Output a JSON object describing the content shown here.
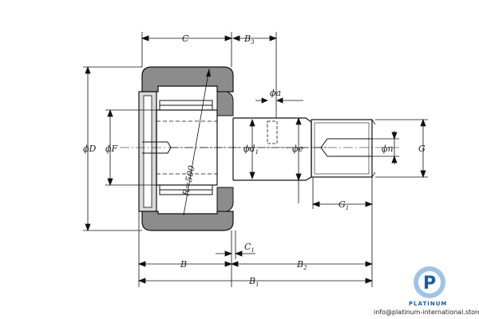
{
  "labels": {
    "C": "C",
    "B3": "B",
    "B3_sub": "3",
    "phi_a": "ϕa",
    "phi_D": "ϕD",
    "phi_F": "ϕF",
    "phi_d1": "ϕd",
    "phi_d1_sub": "1",
    "phi_e": "ϕe",
    "phi_n": "ϕn",
    "G": "G",
    "G1": "G",
    "G1_sub": "1",
    "radius": "R=500",
    "C1": "C",
    "C1_sub": "1",
    "B": "B",
    "B2": "B",
    "B2_sub": "2",
    "B1": "B",
    "B1_sub": "1"
  },
  "brand": {
    "logo_letter": "P",
    "name": "PLATINUM",
    "email": "info@platinum-international.store"
  },
  "colors": {
    "line": "#111111",
    "fill_gray": "#8c8c8c",
    "fill_light": "#d9d9d9",
    "brand_blue": "#1a5aa6",
    "brand_light": "#9fc3e6"
  }
}
